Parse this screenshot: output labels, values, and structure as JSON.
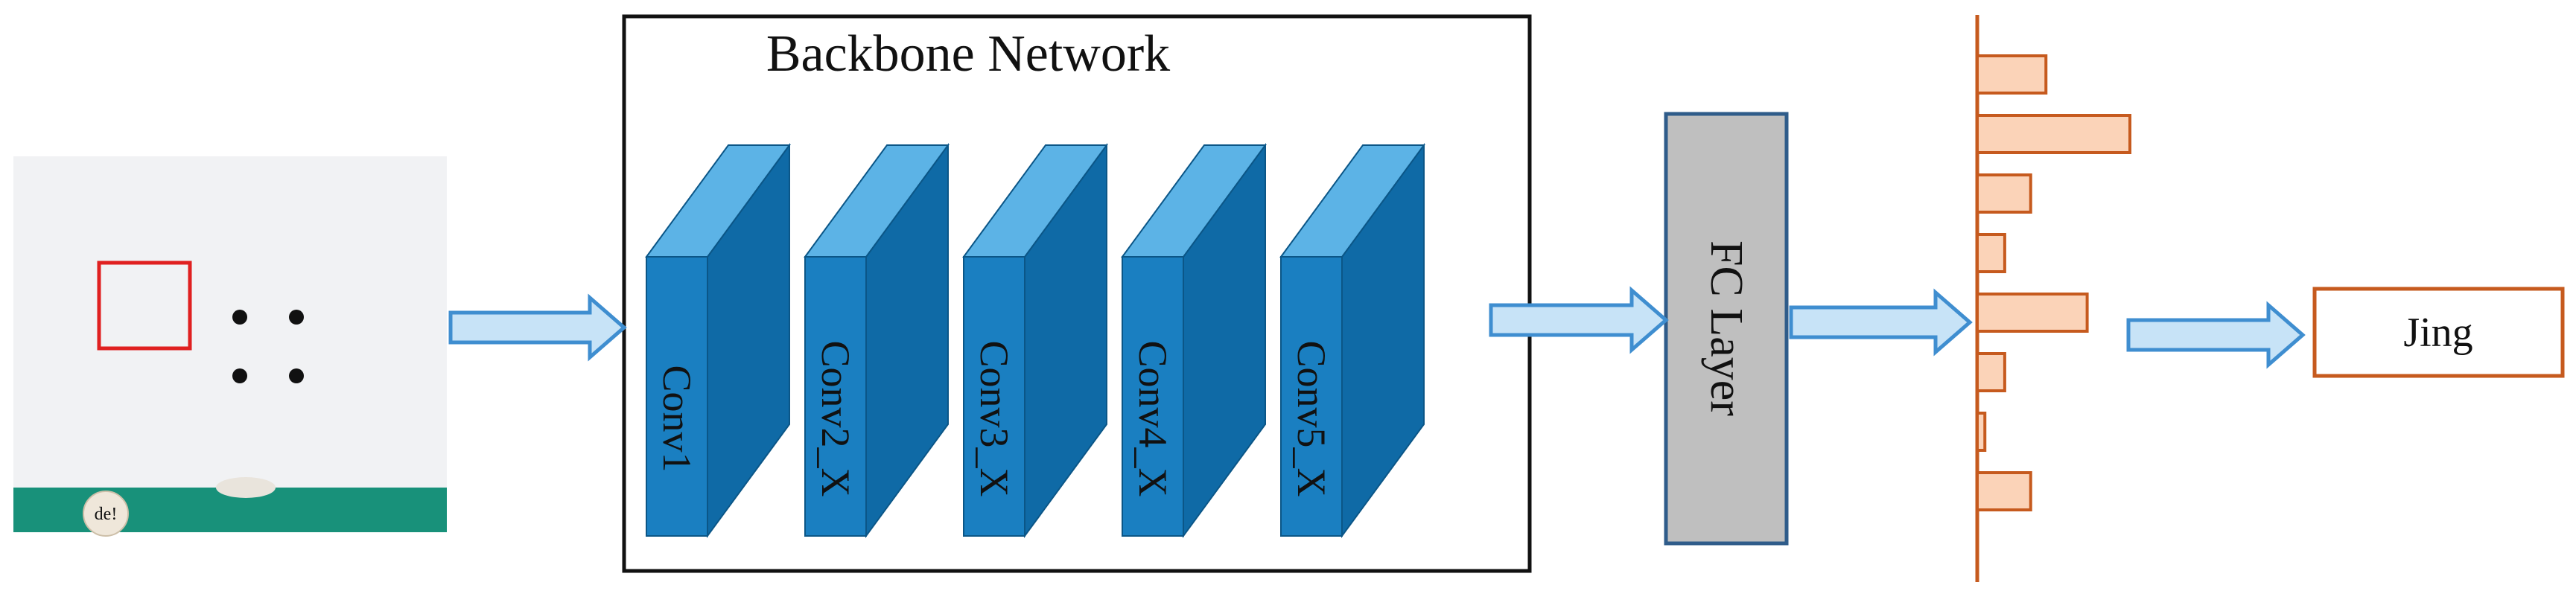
{
  "backbone": {
    "title": "Backbone Network",
    "layers": [
      "Conv1",
      "Conv2_X",
      "Conv3_X",
      "Conv4_X",
      "Conv5_X"
    ]
  },
  "fc_layer": {
    "label": "FC Layer"
  },
  "output": {
    "label": "Jing"
  },
  "histogram": {
    "values": [
      0.45,
      1.0,
      0.35,
      0.18,
      0.72,
      0.18,
      0.05,
      0.35
    ]
  },
  "input_image": {
    "badge_text": "de!"
  },
  "colors": {
    "block_face": "#1a7fc1",
    "block_top": "#5cb3e6",
    "block_side": "#0f6aa6",
    "arrow_fill": "#c7e3f7",
    "arrow_stroke": "#3f8ed0",
    "fc_fill": "#bfbfbf",
    "fc_stroke": "#2f5c8a",
    "bar_fill": "#fbd3b8",
    "bar_stroke": "#c65a1e",
    "output_box_stroke": "#c65a1e",
    "input_bg": "#f1f2f4",
    "input_band": "#18917a",
    "input_red_box": "#e02020"
  }
}
